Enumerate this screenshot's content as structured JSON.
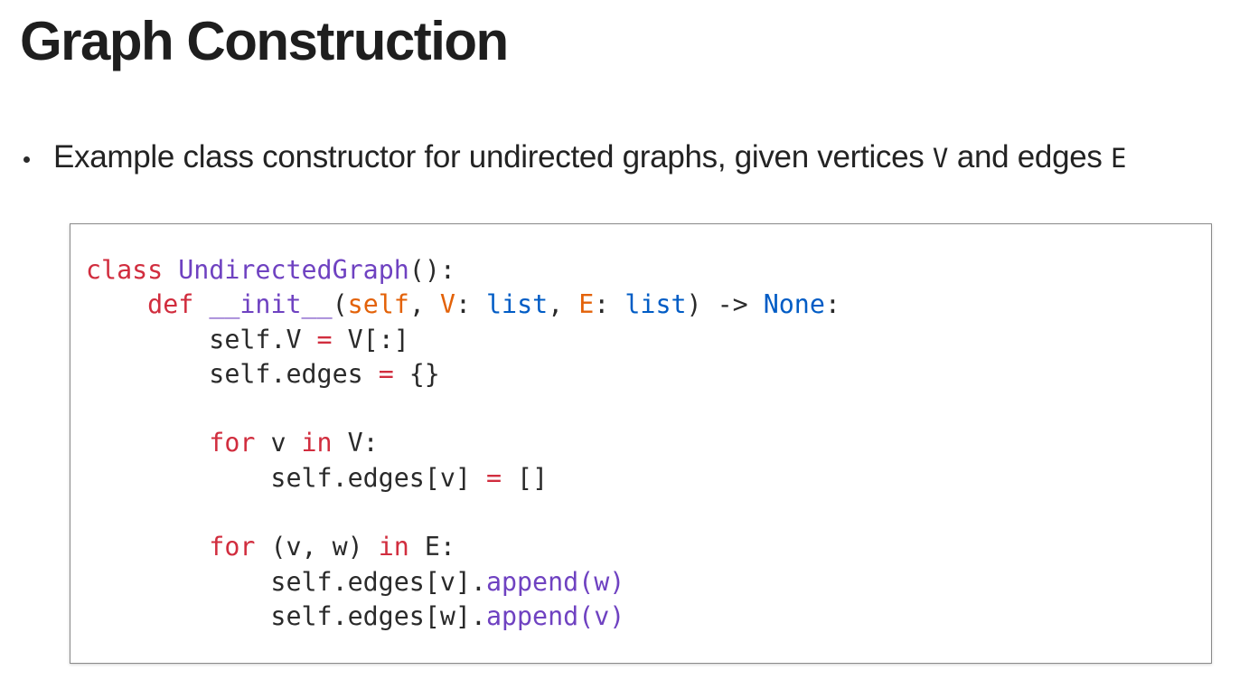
{
  "slide": {
    "title": "Graph Construction",
    "bullet": {
      "text_before": "Example class constructor for undirected graphs, given vertices ",
      "var_v": "V",
      "text_mid": " and edges ",
      "var_e": "E"
    }
  },
  "code": {
    "lines": [
      [
        {
          "t": "class",
          "c": "kw"
        },
        {
          "t": " ",
          "c": "plain"
        },
        {
          "t": "UndirectedGraph",
          "c": "fn"
        },
        {
          "t": "():",
          "c": "plain"
        }
      ],
      [
        {
          "t": "    ",
          "c": "plain"
        },
        {
          "t": "def",
          "c": "kw"
        },
        {
          "t": " ",
          "c": "plain"
        },
        {
          "t": "__init__",
          "c": "fn"
        },
        {
          "t": "(",
          "c": "plain"
        },
        {
          "t": "self",
          "c": "param"
        },
        {
          "t": ", ",
          "c": "plain"
        },
        {
          "t": "V",
          "c": "param"
        },
        {
          "t": ": ",
          "c": "plain"
        },
        {
          "t": "list",
          "c": "builtin"
        },
        {
          "t": ", ",
          "c": "plain"
        },
        {
          "t": "E",
          "c": "param"
        },
        {
          "t": ": ",
          "c": "plain"
        },
        {
          "t": "list",
          "c": "builtin"
        },
        {
          "t": ") -> ",
          "c": "plain"
        },
        {
          "t": "None",
          "c": "const"
        },
        {
          "t": ":",
          "c": "plain"
        }
      ],
      [
        {
          "t": "        self.V ",
          "c": "plain"
        },
        {
          "t": "=",
          "c": "op"
        },
        {
          "t": " V[:]",
          "c": "plain"
        }
      ],
      [
        {
          "t": "        self.edges ",
          "c": "plain"
        },
        {
          "t": "=",
          "c": "op"
        },
        {
          "t": " {}",
          "c": "plain"
        }
      ],
      [],
      [
        {
          "t": "        ",
          "c": "plain"
        },
        {
          "t": "for",
          "c": "kw"
        },
        {
          "t": " v ",
          "c": "plain"
        },
        {
          "t": "in",
          "c": "kw"
        },
        {
          "t": " V:",
          "c": "plain"
        }
      ],
      [
        {
          "t": "            self.edges[v] ",
          "c": "plain"
        },
        {
          "t": "=",
          "c": "op"
        },
        {
          "t": " []",
          "c": "plain"
        }
      ],
      [],
      [
        {
          "t": "        ",
          "c": "plain"
        },
        {
          "t": "for",
          "c": "kw"
        },
        {
          "t": " (v, w) ",
          "c": "plain"
        },
        {
          "t": "in",
          "c": "kw"
        },
        {
          "t": " E:",
          "c": "plain"
        }
      ],
      [
        {
          "t": "            self.edges[v].",
          "c": "plain"
        },
        {
          "t": "append(w)",
          "c": "meth"
        }
      ],
      [
        {
          "t": "            self.edges[w].",
          "c": "plain"
        },
        {
          "t": "append(v)",
          "c": "meth"
        }
      ]
    ],
    "colors": {
      "keyword": "#d12d3e",
      "function_name": "#6f42c1",
      "parameter": "#e36209",
      "builtin": "#005cc5",
      "plain": "#2a2a2a"
    }
  }
}
